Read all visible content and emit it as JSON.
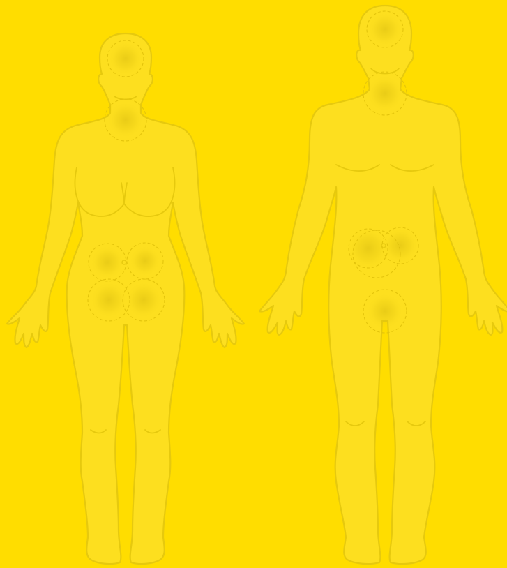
{
  "colors": {
    "background": "#FFDD00",
    "body_fill": "#FDDF1F",
    "outline": "#E6C90E",
    "zone_spot": "#D9BC10"
  },
  "figures": [
    {
      "name": "female-front-figure",
      "zones": [
        {
          "name": "head-zone",
          "region": "head"
        },
        {
          "name": "throat-zone",
          "region": "throat"
        },
        {
          "name": "left-upper-abdomen-zone",
          "region": "abdomen"
        },
        {
          "name": "right-upper-abdomen-zone",
          "region": "abdomen"
        },
        {
          "name": "left-lower-abdomen-zone",
          "region": "pelvis"
        },
        {
          "name": "right-lower-abdomen-zone",
          "region": "pelvis"
        }
      ]
    },
    {
      "name": "male-front-figure",
      "zones": [
        {
          "name": "head-zone",
          "region": "head"
        },
        {
          "name": "throat-zone",
          "region": "throat"
        },
        {
          "name": "left-abdomen-zone",
          "region": "abdomen"
        },
        {
          "name": "right-abdomen-zone",
          "region": "abdomen"
        },
        {
          "name": "groin-zone",
          "region": "groin"
        }
      ]
    }
  ]
}
